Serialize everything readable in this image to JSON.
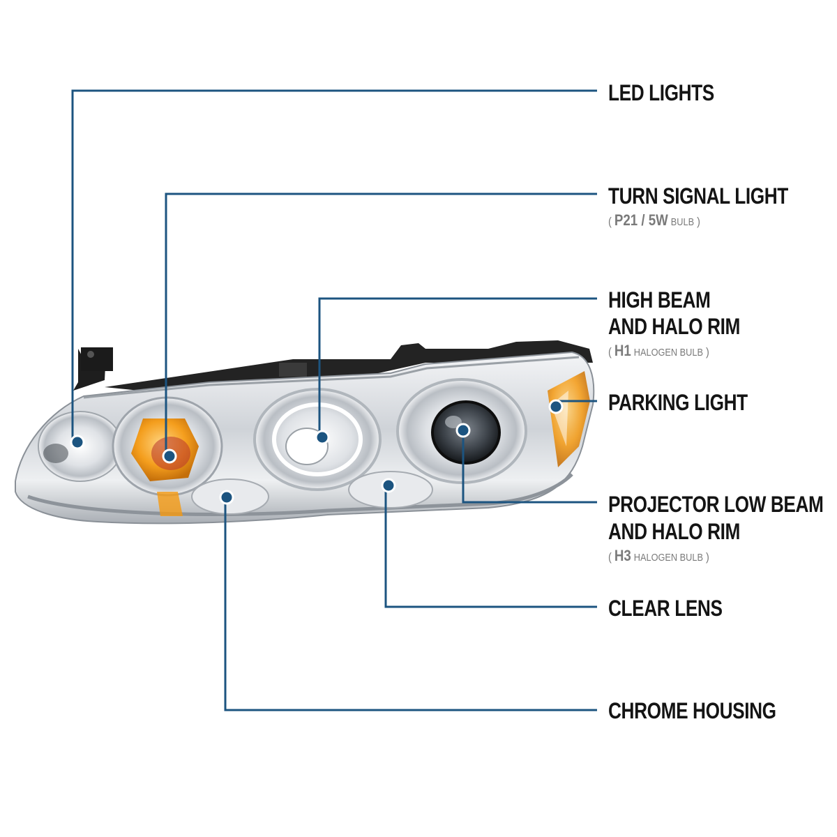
{
  "colors": {
    "accent": "#1c5480",
    "label_text": "#141414",
    "sub_text": "#7a7a7a",
    "amber": "#f59a12",
    "housing_dark": "#1e1e1e",
    "chrome": "#d9dde2"
  },
  "callouts": {
    "led_lights": {
      "label": "LED LIGHTS"
    },
    "turn_signal": {
      "label": "TURN SIGNAL LIGHT",
      "open": "(",
      "bulb_code": "P21 / 5W",
      "bulb_type": "BULB",
      "close": ")"
    },
    "high_beam": {
      "label_line1": "HIGH BEAM",
      "label_line2": "AND HALO RIM",
      "open": "(",
      "bulb_code": "H1",
      "bulb_type": "HALOGEN BULB",
      "close": ")"
    },
    "parking_light": {
      "label": "PARKING LIGHT"
    },
    "projector_low_beam": {
      "label_line1": "PROJECTOR LOW BEAM",
      "label_line2": "AND HALO RIM",
      "open": "(",
      "bulb_code": "H3",
      "bulb_type": "HALOGEN BULB",
      "close": ")"
    },
    "clear_lens": {
      "label": "CLEAR LENS"
    },
    "chrome_housing": {
      "label": "CHROME HOUSING"
    }
  }
}
